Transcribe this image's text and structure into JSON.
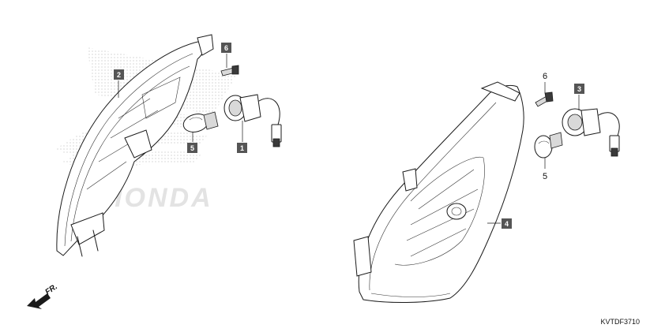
{
  "watermark": {
    "brand": "HONDA"
  },
  "direction": {
    "label": "FR."
  },
  "diagram_code": "KVTDF3710",
  "callouts": {
    "left_lens": "2",
    "left_screw": "6",
    "left_bulb": "5",
    "left_socket": "1",
    "right_lens": "4",
    "right_screw": "6",
    "right_bulb": "5",
    "right_socket": "3"
  }
}
